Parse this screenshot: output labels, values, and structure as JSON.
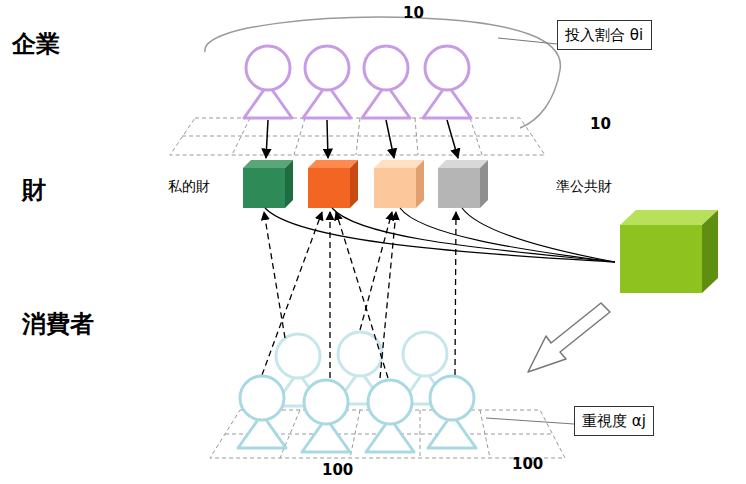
{
  "diagram": {
    "nodes": [
      {
        "text": [
          "投入割合 θi"
        ]
      },
      {
        "text": [
          "重視度 αj"
        ]
      }
    ],
    "labels": [
      "企業",
      "財",
      "消費者",
      "10",
      "10",
      "私的財",
      "準公共財",
      "100",
      "100"
    ]
  }
}
